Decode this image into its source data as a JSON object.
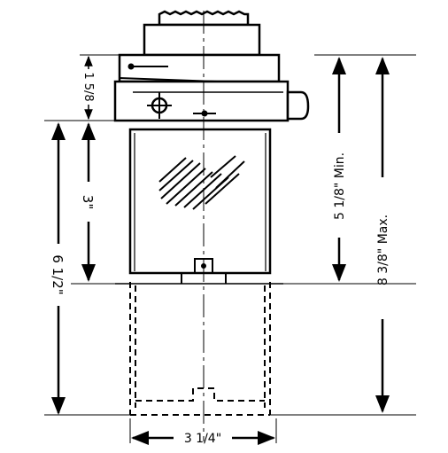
{
  "dimensions": {
    "top_offset": "1 5/8",
    "bowl_height": "3\"",
    "extended_height": "6 1/2\"",
    "min_height": "5 1/8\" Min.",
    "max_height": "8 3/8\" Max.",
    "width": "3 1/4\""
  },
  "colors": {
    "ink": "#000000",
    "paper": "#ffffff"
  }
}
